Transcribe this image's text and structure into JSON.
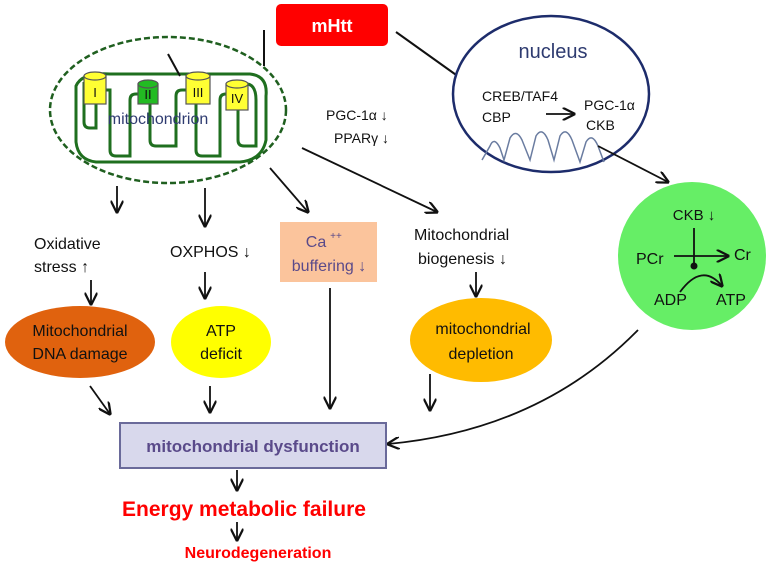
{
  "mhtt": {
    "label": "mHtt",
    "color": "#ff0000"
  },
  "mitochondrion": {
    "label": "mitochondrion",
    "complexes": [
      "I",
      "II",
      "III",
      "IV"
    ],
    "complex_colors": [
      "#ffff33",
      "#22bb22",
      "#ffff33",
      "#ffff33"
    ]
  },
  "nucleus": {
    "label": "nucleus",
    "creb": "CREB/TAF4",
    "cbp": "CBP",
    "pgc": "PGC-1α",
    "ckb": "CKB"
  },
  "pgc_ppar": {
    "pgc": "PGC-1α ↓",
    "ppar": "PPARγ ↓"
  },
  "oxidative": {
    "line1": "Oxidative",
    "line2": "stress ↑"
  },
  "oxphos": "OXPHOS ↓",
  "calcium": {
    "ca": "Ca",
    "ca_sup": "++",
    "buffering": "buffering ↓",
    "color": "#fbc49c"
  },
  "biogenesis": {
    "line1": "Mitochondrial",
    "line2": "biogenesis ↓"
  },
  "dna_damage": {
    "line1": "Mitochondrial",
    "line2": "DNA damage",
    "color": "#e0620e"
  },
  "atp_deficit": {
    "line1": "ATP",
    "line2": "deficit",
    "color": "#ffff00"
  },
  "depletion": {
    "line1": "mitochondrial",
    "line2": "depletion",
    "color": "#ffbb00"
  },
  "ckb_cycle": {
    "ckb": "CKB ↓",
    "pcr": "PCr",
    "cr": "Cr",
    "adp": "ADP",
    "atp": "ATP",
    "color": "#66ee66"
  },
  "dysfunction": "mitochondrial dysfunction",
  "energy_failure": "Energy metabolic failure",
  "neurodegeneration": "Neurodegeneration"
}
